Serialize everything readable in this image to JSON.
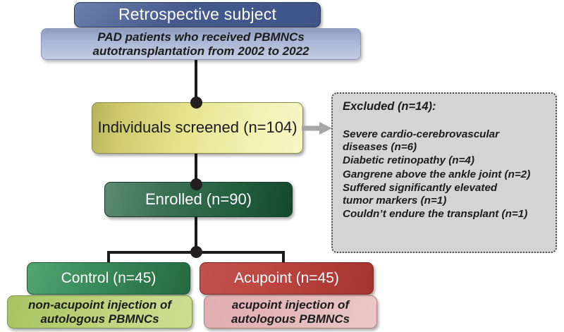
{
  "diagram": {
    "title_node": {
      "label": "Retrospective subject"
    },
    "subtitle_node": {
      "label": "PAD patients who received PBMNCs autotransplantation from 2002 to 2022"
    },
    "screened_node": {
      "label": "Individuals screened (n=104)"
    },
    "enrolled_node": {
      "label": "Enrolled (n=90)"
    },
    "excluded_panel": {
      "title": "Excluded (n=14):",
      "items": [
        "Severe cardio-cerebrovascular\n diseases (n=6)",
        "Diabetic retinopathy (n=4)",
        "Gangrene above the ankle joint (n=2)",
        "Suffered significantly elevated\ntumor markers (n=1)",
        "Couldn’t endure the transplant (n=1)"
      ]
    },
    "arms": [
      {
        "name": "control",
        "label": "Control (n=45)",
        "detail": "non-acupoint injection of autologous PBMNCs"
      },
      {
        "name": "acupoint",
        "label": "Acupoint (n=45)",
        "detail": "acupoint injection of autologous PBMNCs"
      }
    ],
    "colors": {
      "header_blue": "#44598c",
      "subtitle_periwinkle": "#a9b6d4",
      "screened_yellow": "#e6e48f",
      "enrolled_green": "#215f3d",
      "control_green": "#2f7a4d",
      "control_light_green": "#c5d886",
      "acupoint_red": "#b03c38",
      "acupoint_pink": "#e7bfbf",
      "excluded_gray": "#d4d4d4",
      "connector_black": "#231f20",
      "arrow_gray": "#a6a6a6"
    }
  }
}
